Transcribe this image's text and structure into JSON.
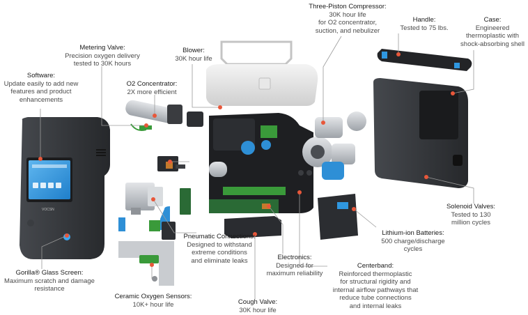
{
  "callouts": [
    {
      "key": "software",
      "title": "Software:",
      "desc": "Update easily to add new\nfeatures and product\nenhancements"
    },
    {
      "key": "metering-valve",
      "title": "Metering Valve:",
      "desc": "Precision oxygen delivery\ntested to 30K hours"
    },
    {
      "key": "o2-concentrator",
      "title": "O2 Concentrator:",
      "desc": "2X more efficient"
    },
    {
      "key": "blower",
      "title": "Blower:",
      "desc": "30K hour life"
    },
    {
      "key": "compressor",
      "title": "Three-Piston Compressor:",
      "desc": "30K hour life\nfor O2 concentrator,\nsuction, and nebulizer"
    },
    {
      "key": "handle",
      "title": "Handle:",
      "desc": "Tested to 75 lbs."
    },
    {
      "key": "case",
      "title": "Case:",
      "desc": "Engineered\nthermoplastic with\nshock-absorbing shell"
    },
    {
      "key": "solenoid-valves",
      "title": "Solenoid Valves:",
      "desc": "Tested to 130\nmillion cycles"
    },
    {
      "key": "batteries",
      "title": "Lithium-ion Batteries:",
      "desc": "500 charge/discharge\ncycles"
    },
    {
      "key": "centerband",
      "title": "Centerband:",
      "desc": "Reinforced thermoplastic\nfor structural rigidity and\ninternal airflow pathways that\nreduce tube connections\nand internal leaks"
    },
    {
      "key": "electronics",
      "title": "Electronics:",
      "desc": "Designed for\nmaximum reliability"
    },
    {
      "key": "cough-valve",
      "title": "Cough Valve:",
      "desc": "30K hour life"
    },
    {
      "key": "pneumatic",
      "title": "Pneumatic Connections:",
      "desc": "Designed to withstand\nextreme conditions\nand eliminate leaks"
    },
    {
      "key": "oxygen-sensors",
      "title": "Ceramic Oxygen Sensors:",
      "desc": "10K+ hour life"
    },
    {
      "key": "glass-screen",
      "title": "Gorilla® Glass Screen:",
      "desc": "Maximum scratch and damage\nresistance"
    }
  ],
  "device": {
    "model_label": "VOCSN"
  },
  "colors": {
    "accent": "#e8573a",
    "leader": "#9a9a9a",
    "screen": "#2f97e0",
    "device_body": "#2f3135",
    "component_metal": "#b9bdc2",
    "component_blue": "#2e8fd6"
  }
}
